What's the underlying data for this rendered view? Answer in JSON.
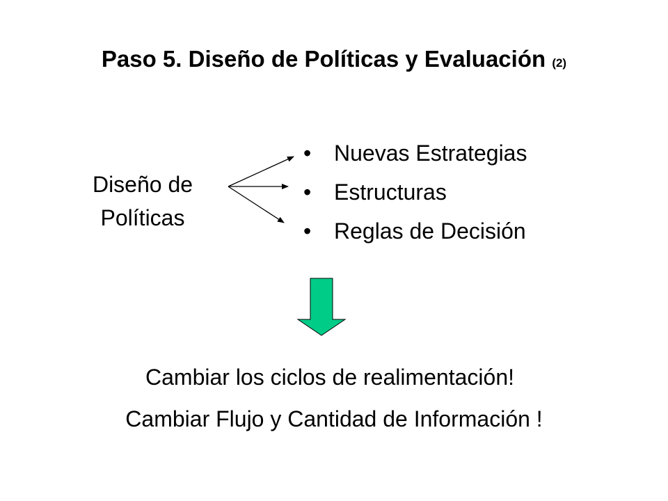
{
  "slide": {
    "title": "Paso 5. Diseño de Políticas y Evaluación",
    "title_suffix": "(2)",
    "left_label": {
      "line1": "Diseño de",
      "line2": "Políticas"
    },
    "bullets": [
      "Nuevas Estrategias",
      "Estructuras",
      "Reglas de Decisión"
    ],
    "bullet_glyph": "•",
    "down_arrow_color": "#00CC88",
    "conclusion_lines": [
      "Cambiar los ciclos de realimentación!",
      "Cambiar  Flujo y Cantidad de Información !"
    ]
  }
}
